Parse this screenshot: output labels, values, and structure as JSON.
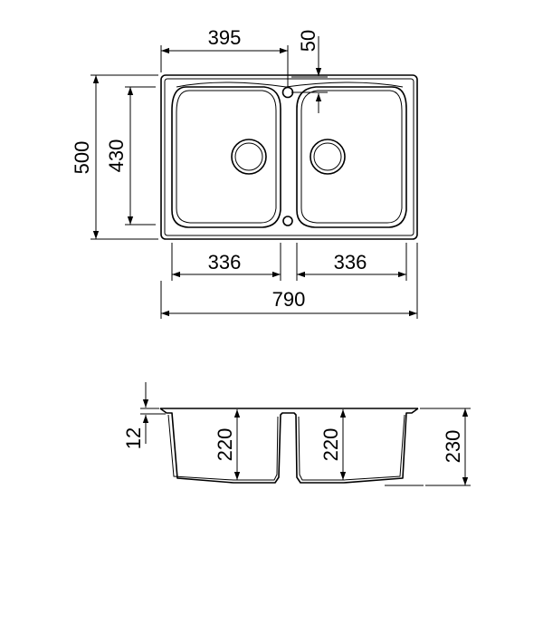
{
  "top_view": {
    "dims": {
      "overall_width": "790",
      "overall_depth": "500",
      "bowl_depth": "430",
      "tap_offset_x": "395",
      "tap_offset_y": "50",
      "left_bowl_width": "336",
      "right_bowl_width": "336"
    }
  },
  "side_view": {
    "dims": {
      "rim_thickness": "12",
      "left_bowl_depth": "220",
      "right_bowl_depth": "220",
      "total_height": "230"
    }
  }
}
